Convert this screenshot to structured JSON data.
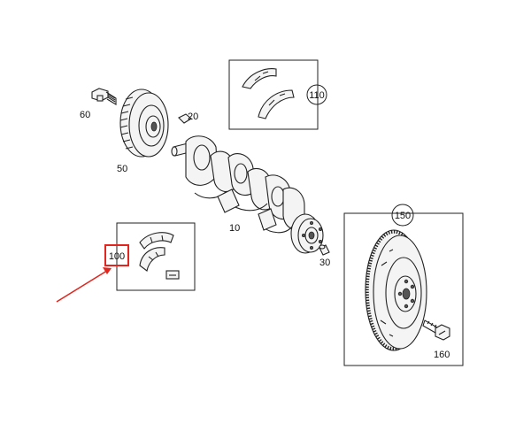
{
  "labels": {
    "pulley_bolt": "60",
    "woodruff_key": "20",
    "pulley": "50",
    "thrust_washers": "110",
    "crankshaft": "10",
    "bearing_shells": "100",
    "pin": "30",
    "flywheel": "150",
    "flywheel_bolt": "160"
  },
  "highlight": {
    "color": "#e0261f",
    "target": "bearing_shells"
  }
}
